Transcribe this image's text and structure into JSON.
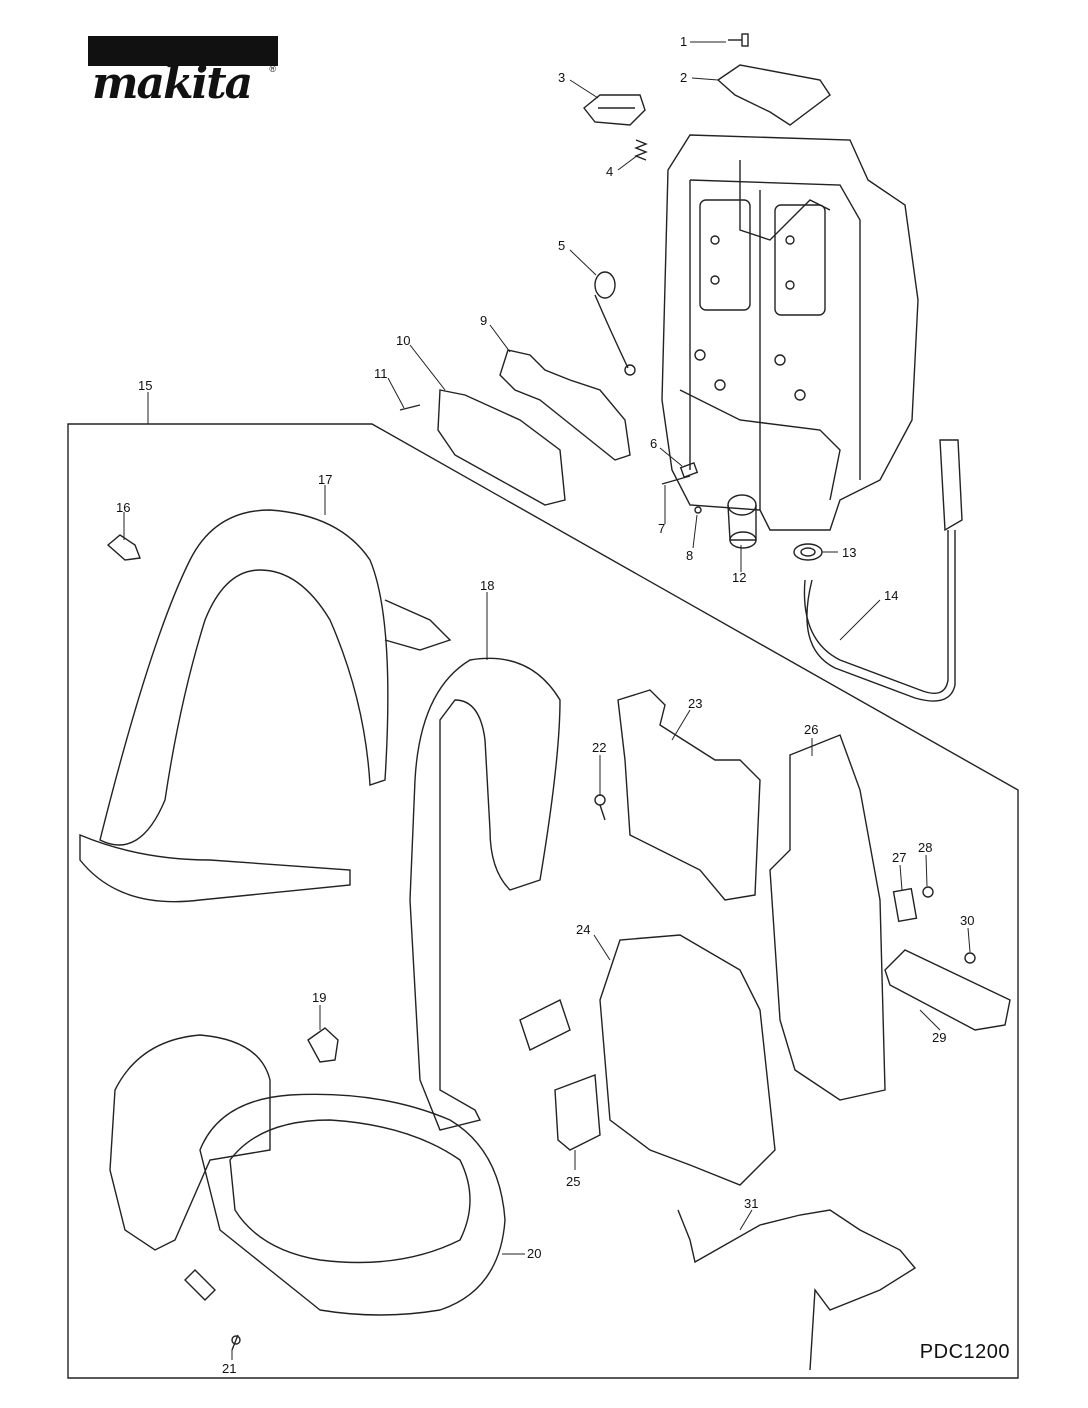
{
  "brand": {
    "logo_text": "makita",
    "reg_mark": "®"
  },
  "model": "PDC1200",
  "callouts": [
    "1",
    "2",
    "3",
    "4",
    "5",
    "6",
    "7",
    "8",
    "9",
    "10",
    "11",
    "12",
    "13",
    "14",
    "15",
    "16",
    "17",
    "18",
    "19",
    "20",
    "21",
    "22",
    "23",
    "24",
    "25",
    "26",
    "27",
    "28",
    "29",
    "30",
    "31"
  ]
}
